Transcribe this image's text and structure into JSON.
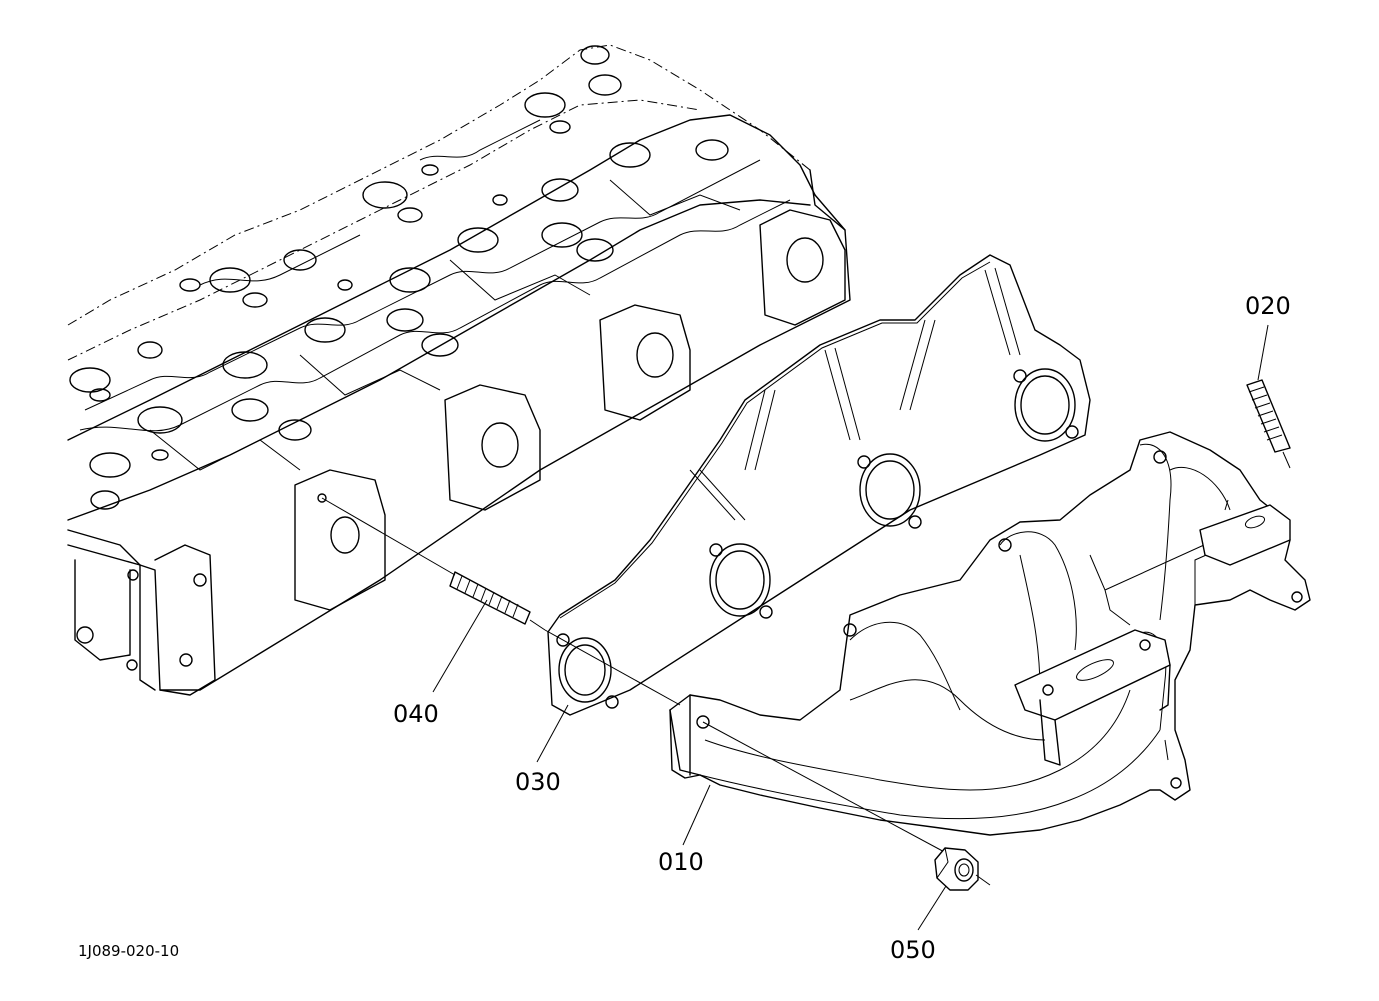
{
  "callouts": {
    "p010": "010",
    "p020": "020",
    "p030": "030",
    "p040": "040",
    "p050": "050"
  },
  "diagram_code": "1J089-020-10"
}
